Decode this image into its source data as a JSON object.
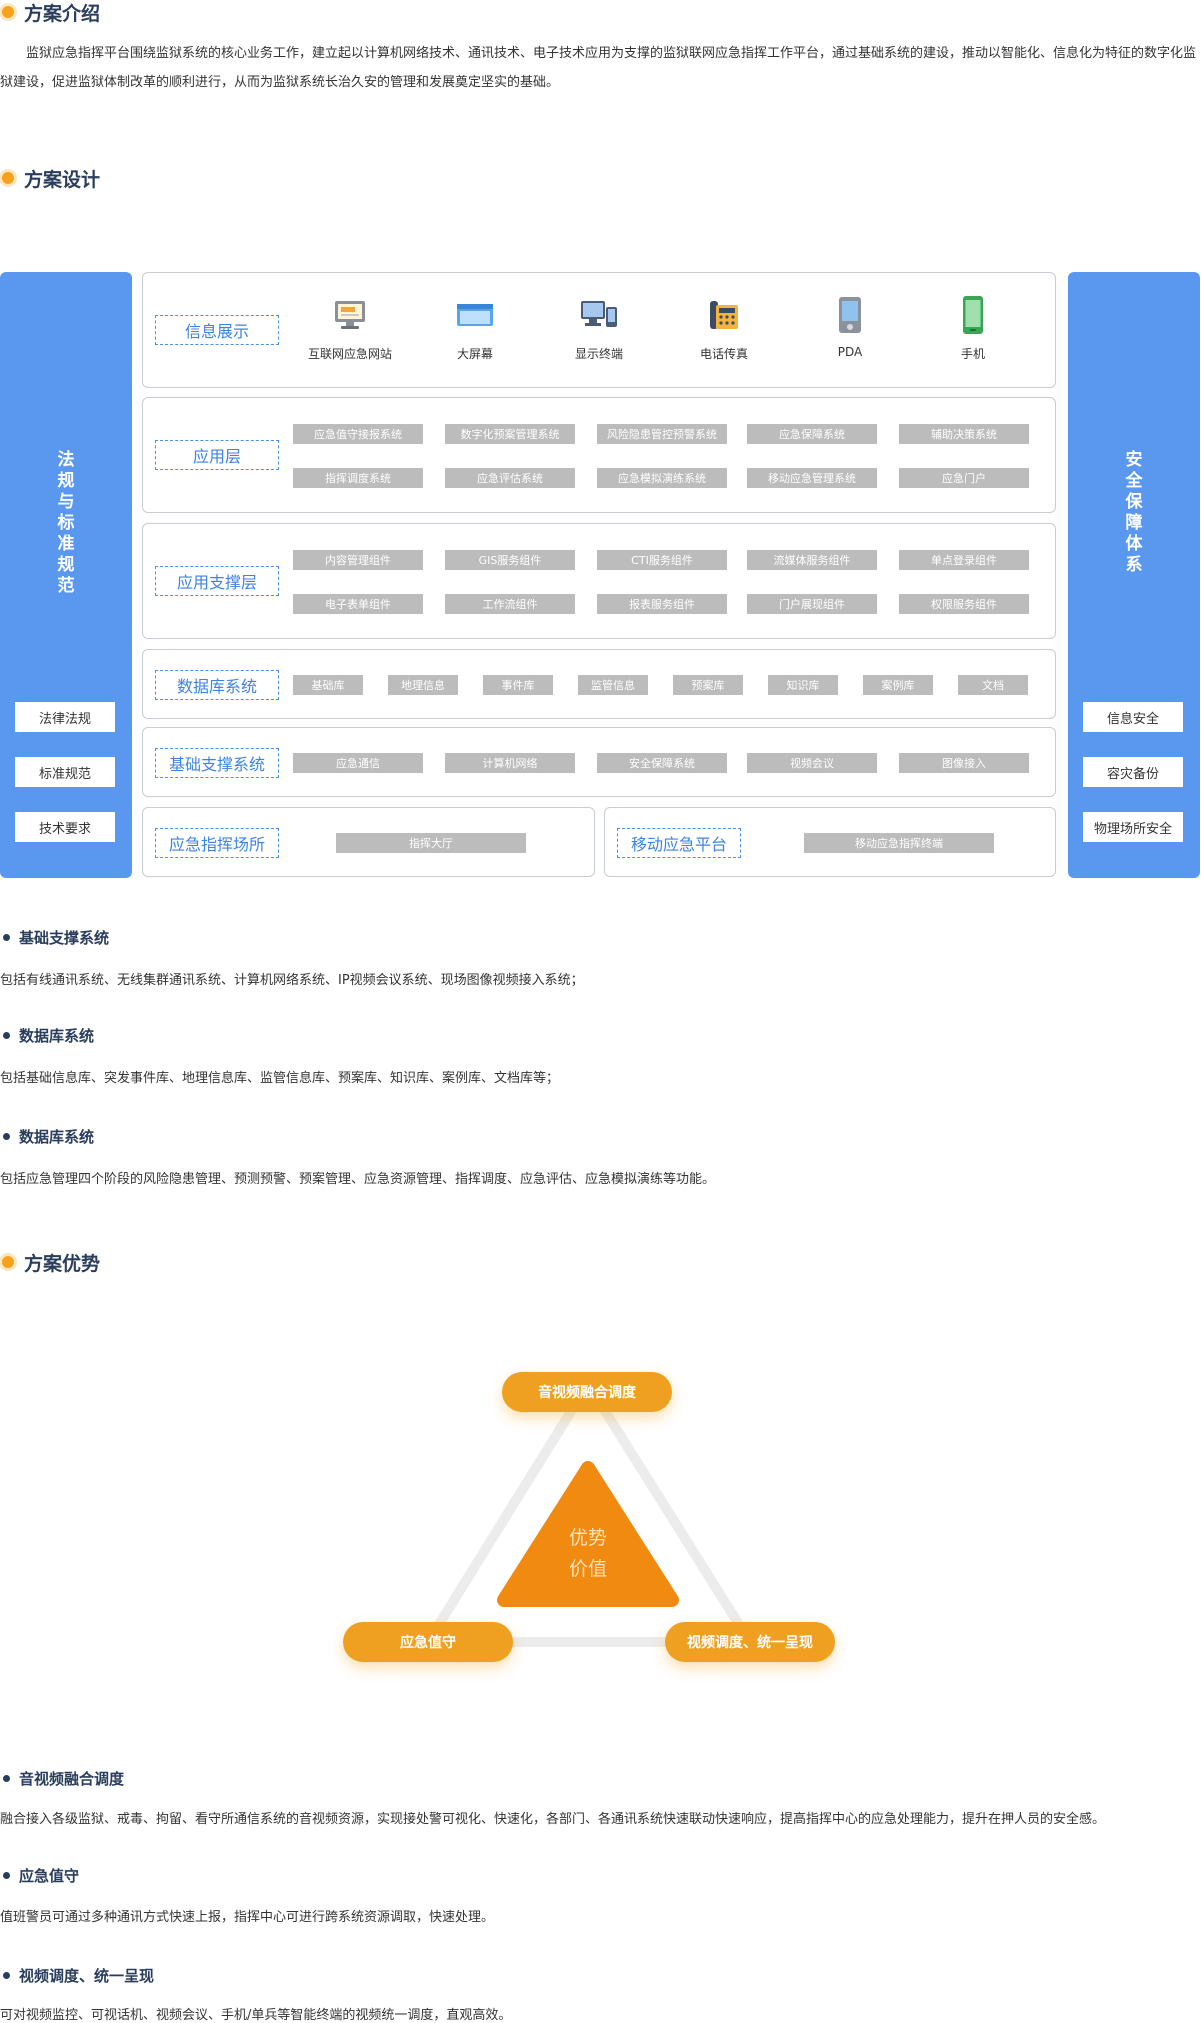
{
  "sections": {
    "intro": {
      "title": "方案介绍",
      "text": "　　监狱应急指挥平台围绕监狱系统的核心业务工作，建立起以计算机网络技术、通讯技术、电子技术应用为支撑的监狱联网应急指挥工作平台，通过基础系统的建设，推动以智能化、信息化为特征的数字化监狱建设，促进监狱体制改革的顺利进行，从而为监狱系统长治久安的管理和发展奠定坚实的基础。"
    },
    "design": {
      "title": "方案设计"
    },
    "advantage": {
      "title": "方案优势"
    }
  },
  "left_panel": {
    "vertical": [
      "法",
      "规",
      "与",
      "标",
      "准",
      "规",
      "范"
    ],
    "items": [
      "法律法规",
      "标准规范",
      "技术要求"
    ]
  },
  "right_panel": {
    "vertical": [
      "安",
      "全",
      "保",
      "障",
      "体",
      "系"
    ],
    "items": [
      "信息安全",
      "容灾备份",
      "物理场所安全"
    ]
  },
  "layers": {
    "display": {
      "label": "信息展示",
      "devices": [
        {
          "icon": "website-icon",
          "label": "互联网应急网站"
        },
        {
          "icon": "big-screen-icon",
          "label": "大屏幕"
        },
        {
          "icon": "display-terminal-icon",
          "label": "显示终端"
        },
        {
          "icon": "phone-fax-icon",
          "label": "电话传真"
        },
        {
          "icon": "pda-icon",
          "label": "PDA"
        },
        {
          "icon": "mobile-phone-icon",
          "label": "手机"
        }
      ]
    },
    "application": {
      "label": "应用层",
      "row1": [
        "应急值守接报系统",
        "数字化预案管理系统",
        "风险隐患管控预警系统",
        "应急保障系统",
        "辅助决策系统"
      ],
      "row2": [
        "指挥调度系统",
        "应急评估系统",
        "应急模拟演练系统",
        "移动应急管理系统",
        "应急门户"
      ]
    },
    "support": {
      "label": "应用支撑层",
      "row1": [
        "内容管理组件",
        "GIS服务组件",
        "CTI服务组件",
        "流媒体服务组件",
        "单点登录组件"
      ],
      "row2": [
        "电子表单组件",
        "工作流组件",
        "报表服务组件",
        "门户展现组件",
        "权限服务组件"
      ]
    },
    "database": {
      "label": "数据库系统",
      "items": [
        "基础库",
        "地理信息",
        "事件库",
        "监管信息",
        "预案库",
        "知识库",
        "案例库",
        "文档"
      ]
    },
    "base": {
      "label": "基础支撑系统",
      "items": [
        "应急通信",
        "计算机网络",
        "安全保障系统",
        "视频会议",
        "图像接入"
      ]
    },
    "venue": {
      "label": "应急指挥场所",
      "item": "指挥大厅"
    },
    "mobile": {
      "label": "移动应急平台",
      "item": "移动应急指挥终端"
    }
  },
  "design_bullets": [
    {
      "title": "基础支撑系统",
      "text": "包括有线通讯系统、无线集群通讯系统、计算机网络系统、IP视频会议系统、现场图像视频接入系统；"
    },
    {
      "title": "数据库系统",
      "text": "包括基础信息库、突发事件库、地理信息库、监管信息库、预案库、知识库、案例库、文档库等；"
    },
    {
      "title": "数据库系统",
      "text": "包括应急管理四个阶段的风险隐患管理、预测预警、预案管理、应急资源管理、指挥调度、应急评估、应急模拟演练等功能。"
    }
  ],
  "advantage_diagram": {
    "center": [
      "优势",
      "价值"
    ],
    "top": "音视频融合调度",
    "left": "应急值守",
    "right": "视频调度、统一呈现"
  },
  "advantage_bullets": [
    {
      "title": "音视频融合调度",
      "text": "融合接入各级监狱、戒毒、拘留、看守所通信系统的音视频资源，实现接处警可视化、快速化，各部门、各通讯系统快速联动快速响应，提高指挥中心的应急处理能力，提升在押人员的安全感。"
    },
    {
      "title": "应急值守",
      "text": "值班警员可通过多种通讯方式快速上报，指挥中心可进行跨系统资源调取，快速处理。"
    },
    {
      "title": "视频调度、统一呈现",
      "text": "可对视频监控、可视话机、视频会议、手机/单兵等智能终端的视频统一调度，直观高效。"
    }
  ],
  "colors": {
    "accent": "#f6a21c",
    "blue": "#5a98f0",
    "label_blue": "#3d83e6",
    "tag_gray": "#bcbcbc",
    "heading": "#2a3d5c"
  }
}
